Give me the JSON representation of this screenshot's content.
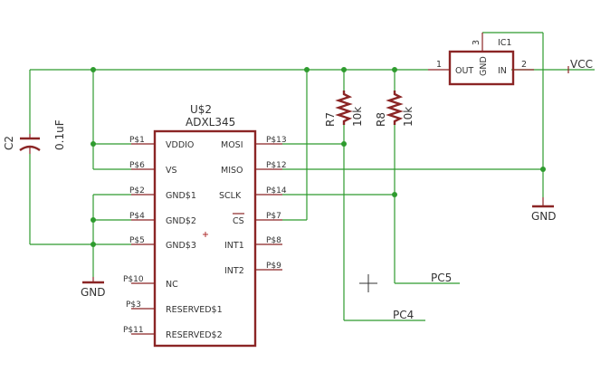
{
  "u2": {
    "ref": "U$2",
    "value": "ADXL345",
    "left_pins": [
      {
        "pad": "P$1",
        "name": "VDDIO"
      },
      {
        "pad": "P$6",
        "name": "VS"
      },
      {
        "pad": "P$2",
        "name": "GND$1"
      },
      {
        "pad": "P$4",
        "name": "GND$2"
      },
      {
        "pad": "P$5",
        "name": "GND$3"
      },
      {
        "pad": "P$10",
        "name": "NC"
      },
      {
        "pad": "P$3",
        "name": "RESERVED$1"
      },
      {
        "pad": "P$11",
        "name": "RESERVED$2"
      }
    ],
    "right_pins": [
      {
        "pad": "P$13",
        "name": "MOSI"
      },
      {
        "pad": "P$12",
        "name": "MISO"
      },
      {
        "pad": "P$14",
        "name": "SCLK"
      },
      {
        "pad": "P$7",
        "name": "CS"
      },
      {
        "pad": "P$8",
        "name": "INT1"
      },
      {
        "pad": "P$9",
        "name": "INT2"
      }
    ]
  },
  "ic1": {
    "ref": "IC1",
    "out_label": "OUT",
    "in_label": "IN",
    "gnd_label": "GND",
    "pin_out": "1",
    "pin_in": "2",
    "pin_gnd": "3"
  },
  "c2": {
    "ref": "C2",
    "value": "0.1uF"
  },
  "r7": {
    "ref": "R7",
    "value": "10k"
  },
  "r8": {
    "ref": "R8",
    "value": "10k"
  },
  "nets": {
    "vcc": "VCC",
    "gnd_left": "GND",
    "gnd_right": "GND",
    "pc5": "PC5",
    "pc4": "PC4"
  },
  "colors": {
    "wire": "#2e9b2e",
    "component": "#8b2525",
    "text": "#333333"
  }
}
